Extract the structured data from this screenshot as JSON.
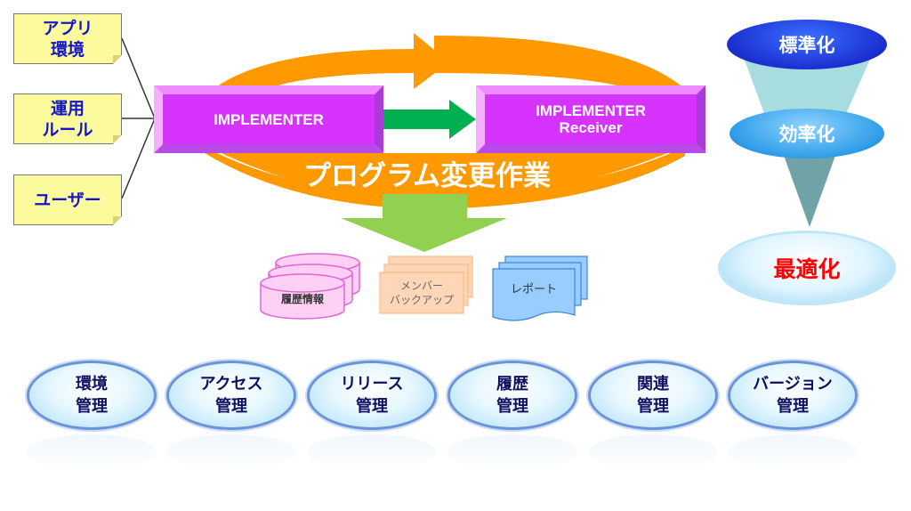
{
  "inputs": [
    {
      "label": "アプリ\n環境"
    },
    {
      "label": "運用\nルール"
    },
    {
      "label": "ユーザー"
    }
  ],
  "implementer": {
    "label": "IMPLEMENTER"
  },
  "receiver": {
    "label": "IMPLEMENTER\nReceiver"
  },
  "process": {
    "label": "プログラム変更作業"
  },
  "outputs": [
    {
      "label": "履歴情報"
    },
    {
      "label": "メンバー\nバックアップ"
    },
    {
      "label": "レポート"
    }
  ],
  "funnel": [
    {
      "label": "標準化"
    },
    {
      "label": "効率化"
    },
    {
      "label": "最適化"
    }
  ],
  "features": [
    {
      "label": "環境\n管理"
    },
    {
      "label": "アクセス\n管理"
    },
    {
      "label": "リリース\n管理"
    },
    {
      "label": "履歴\n管理"
    },
    {
      "label": "関連\n管理"
    },
    {
      "label": "バージョン\n管理"
    }
  ],
  "colors": {
    "orange": "#ff9900",
    "magenta": "#d633ff",
    "green": "#00b050",
    "lime": "#92d050",
    "red": "#ff0000"
  }
}
